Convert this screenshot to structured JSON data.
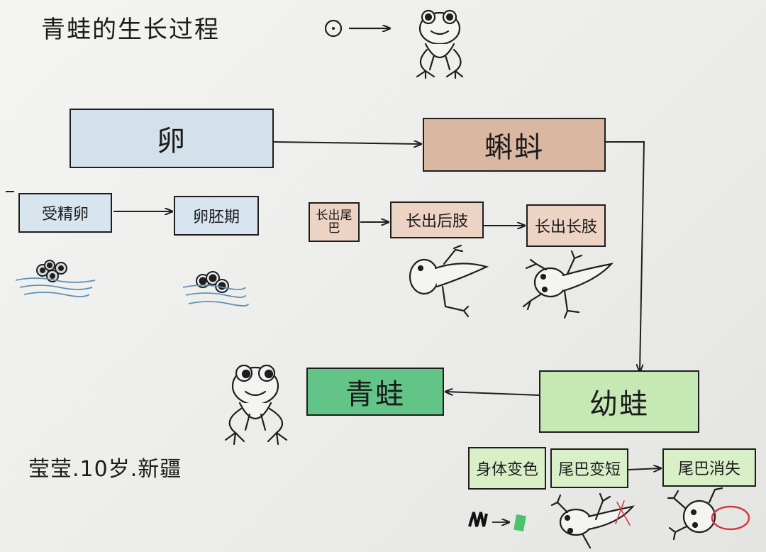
{
  "title": "青蛙的生长过程",
  "author": "莹莹.10岁.新疆",
  "nodes": {
    "egg": "卵",
    "tadpole": "蝌蚪",
    "fertilized_egg": "受精卵",
    "embryo_stage": "卵胚期",
    "tail_grows": "长出尾巴",
    "hind_legs": "长出后肢",
    "fore_legs": "长出长肢",
    "frog": "青蛙",
    "froglet": "幼蛙",
    "body_color_changes": "身体变色",
    "tail_shortens": "尾巴变短",
    "tail_disappears": "尾巴消失"
  },
  "colors": {
    "egg": "#d3e2ea",
    "tadpole": "#d9b7a0",
    "small_blue": "#d8e4ee",
    "small_orange": "#ecd3c4",
    "frog": "#63c488",
    "froglet": "#c6e8b4",
    "small_green": "#d8efc8"
  }
}
